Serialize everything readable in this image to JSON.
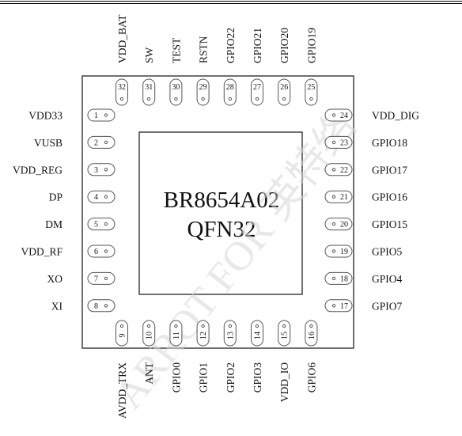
{
  "chip": {
    "part_number": "BR8654A02",
    "package": "QFN32"
  },
  "watermark": "ARROT FOR 英特络",
  "pins": {
    "left": [
      {
        "num": "1",
        "name": "VDD33"
      },
      {
        "num": "2",
        "name": "VUSB"
      },
      {
        "num": "3",
        "name": "VDD_REG"
      },
      {
        "num": "4",
        "name": "DP"
      },
      {
        "num": "5",
        "name": "DM"
      },
      {
        "num": "6",
        "name": "VDD_RF"
      },
      {
        "num": "7",
        "name": "XO"
      },
      {
        "num": "8",
        "name": "XI"
      }
    ],
    "bottom": [
      {
        "num": "9",
        "name": "AVDD_TRX"
      },
      {
        "num": "10",
        "name": "ANT"
      },
      {
        "num": "11",
        "name": "GPIO0"
      },
      {
        "num": "12",
        "name": "GPIO1"
      },
      {
        "num": "13",
        "name": "GPIO2"
      },
      {
        "num": "14",
        "name": "GPIO3"
      },
      {
        "num": "15",
        "name": "VDD_IO"
      },
      {
        "num": "16",
        "name": "GPIO6"
      }
    ],
    "right": [
      {
        "num": "24",
        "name": "VDD_DIG"
      },
      {
        "num": "23",
        "name": "GPIO18"
      },
      {
        "num": "22",
        "name": "GPIO17"
      },
      {
        "num": "21",
        "name": "GPIO16"
      },
      {
        "num": "20",
        "name": "GPIO15"
      },
      {
        "num": "19",
        "name": "GPIO5"
      },
      {
        "num": "18",
        "name": "GPIO4"
      },
      {
        "num": "17",
        "name": "GPIO7"
      }
    ],
    "top": [
      {
        "num": "32",
        "name": "VDD_BAT"
      },
      {
        "num": "31",
        "name": "SW"
      },
      {
        "num": "30",
        "name": "TEST"
      },
      {
        "num": "29",
        "name": "RSTN"
      },
      {
        "num": "28",
        "name": "GPIO22"
      },
      {
        "num": "27",
        "name": "GPIO21"
      },
      {
        "num": "26",
        "name": "GPIO20"
      },
      {
        "num": "25",
        "name": "GPIO19"
      }
    ]
  }
}
